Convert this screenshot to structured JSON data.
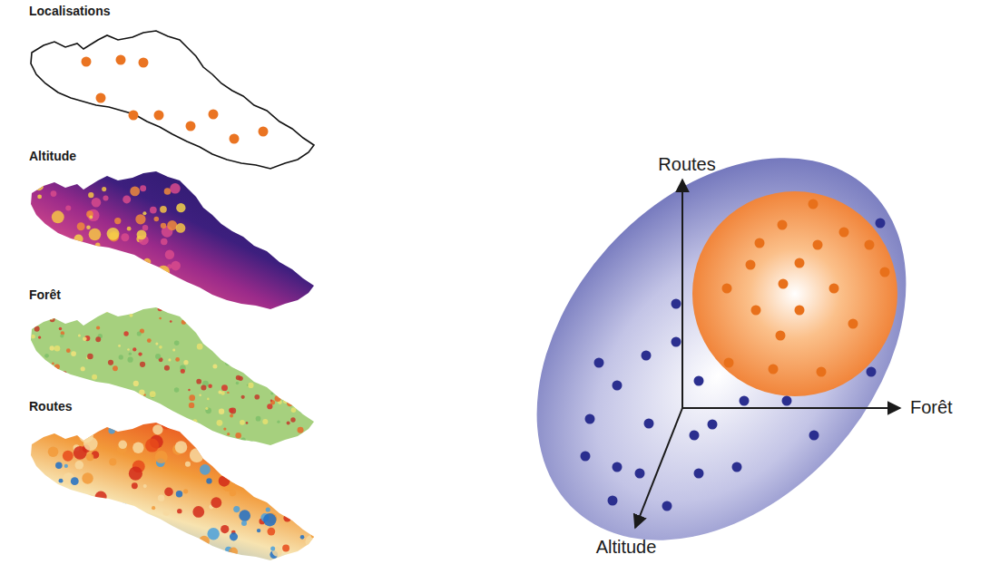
{
  "diagram": {
    "labels": [
      "Localisations",
      "Altitude",
      "Forêt",
      "Routes",
      "Routes",
      "Forêt",
      "Altitude"
    ]
  }
}
